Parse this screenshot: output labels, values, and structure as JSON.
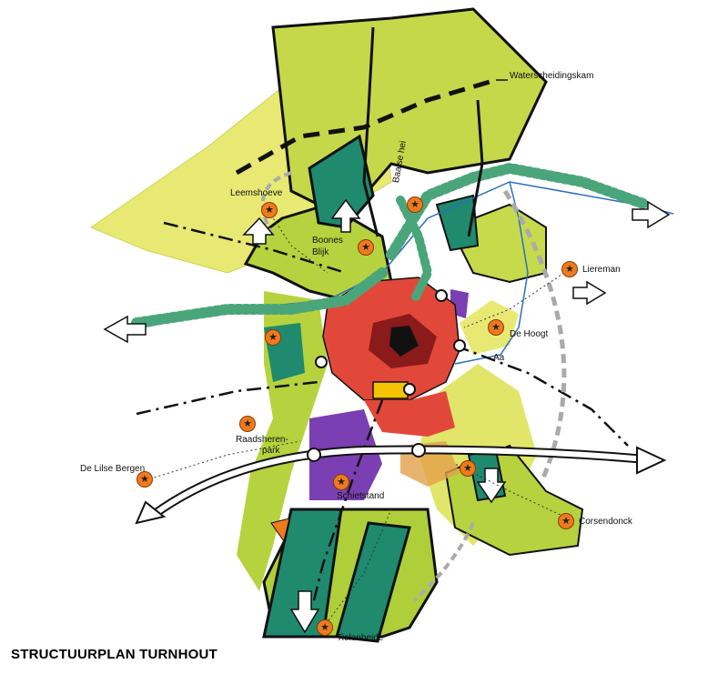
{
  "title": "STRUCTUURPLAN TURNHOUT",
  "places": {
    "waterscheidingskam": "Waterscheidingskam",
    "leemshoeve": "Leemshoeve",
    "baalse_hei": "Baalse hei",
    "boones_blijk_1": "Boones",
    "boones_blijk_2": "Blijk",
    "liereman": "Liereman",
    "de_hoogt": "De Hoogt",
    "aa": "Aa",
    "raadsherenpark_1": "Raadsheren-",
    "raadsherenpark_2": "park",
    "de_lilse_bergen": "De Lilse Bergen",
    "schietstand": "Schietstand",
    "corsendonck": "Corsendonck",
    "tielenheide": "Tielenheide"
  },
  "icons": {
    "poi": "star-in-orange-circle-icon"
  },
  "colors": {
    "light_green": "#b6d23e",
    "yellow_green": "#d7e24f",
    "pale_yellow": "#e7e973",
    "dark_teal": "#1f8a6e",
    "city_red": "#e2483a",
    "city_dark": "#8b1a1a",
    "purple": "#7a3fb2",
    "poi_orange": "#f07a1e",
    "river_blue": "#2a6fc0",
    "greenbelt": "#4aa67a"
  }
}
